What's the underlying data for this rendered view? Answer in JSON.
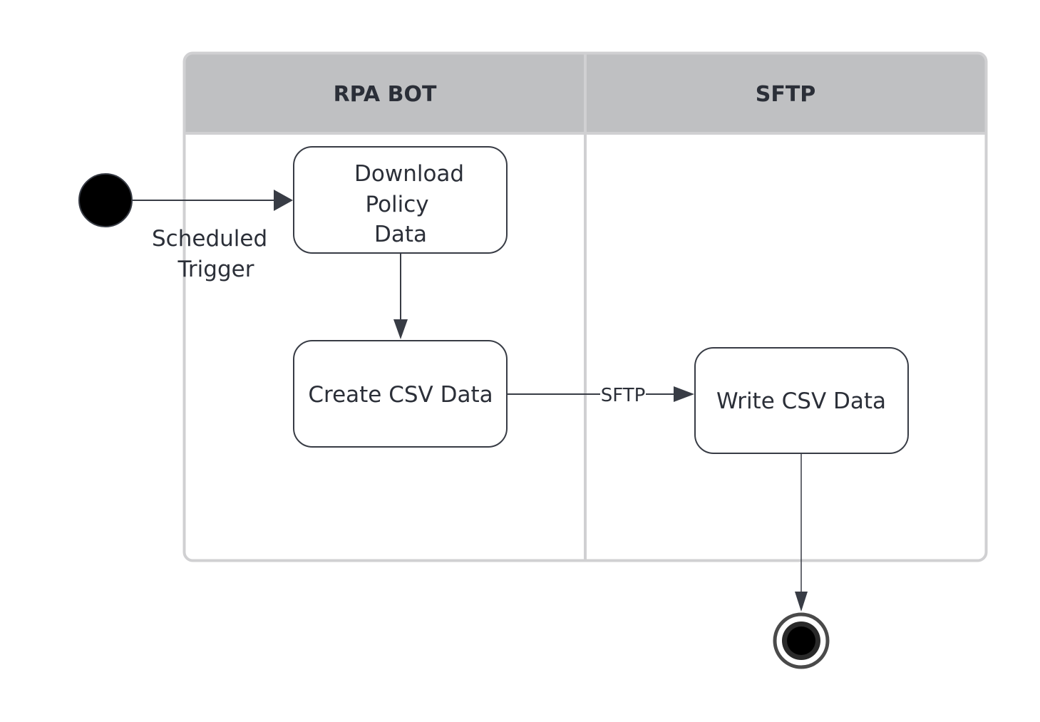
{
  "diagram": {
    "lanes": [
      {
        "id": "rpa-bot",
        "title": "RPA BOT"
      },
      {
        "id": "sftp",
        "title": "SFTP"
      }
    ],
    "nodes": {
      "download": {
        "lines": [
          "Download",
          "Policy",
          "Data"
        ]
      },
      "create_csv": {
        "label": "Create CSV Data"
      },
      "write_csv": {
        "label": "Write CSV Data"
      }
    },
    "edges": {
      "start_to_download": {
        "lines": [
          "Scheduled",
          "Trigger"
        ]
      },
      "create_to_write": {
        "label": "SFTP"
      }
    },
    "colors": {
      "lane_header": "#bfc0c2",
      "lane_border": "#d0d0d2",
      "node_stroke": "#383c45",
      "edge": "#383c45",
      "start_fill": "#000000",
      "end_ring": "#4a4a4a"
    }
  }
}
